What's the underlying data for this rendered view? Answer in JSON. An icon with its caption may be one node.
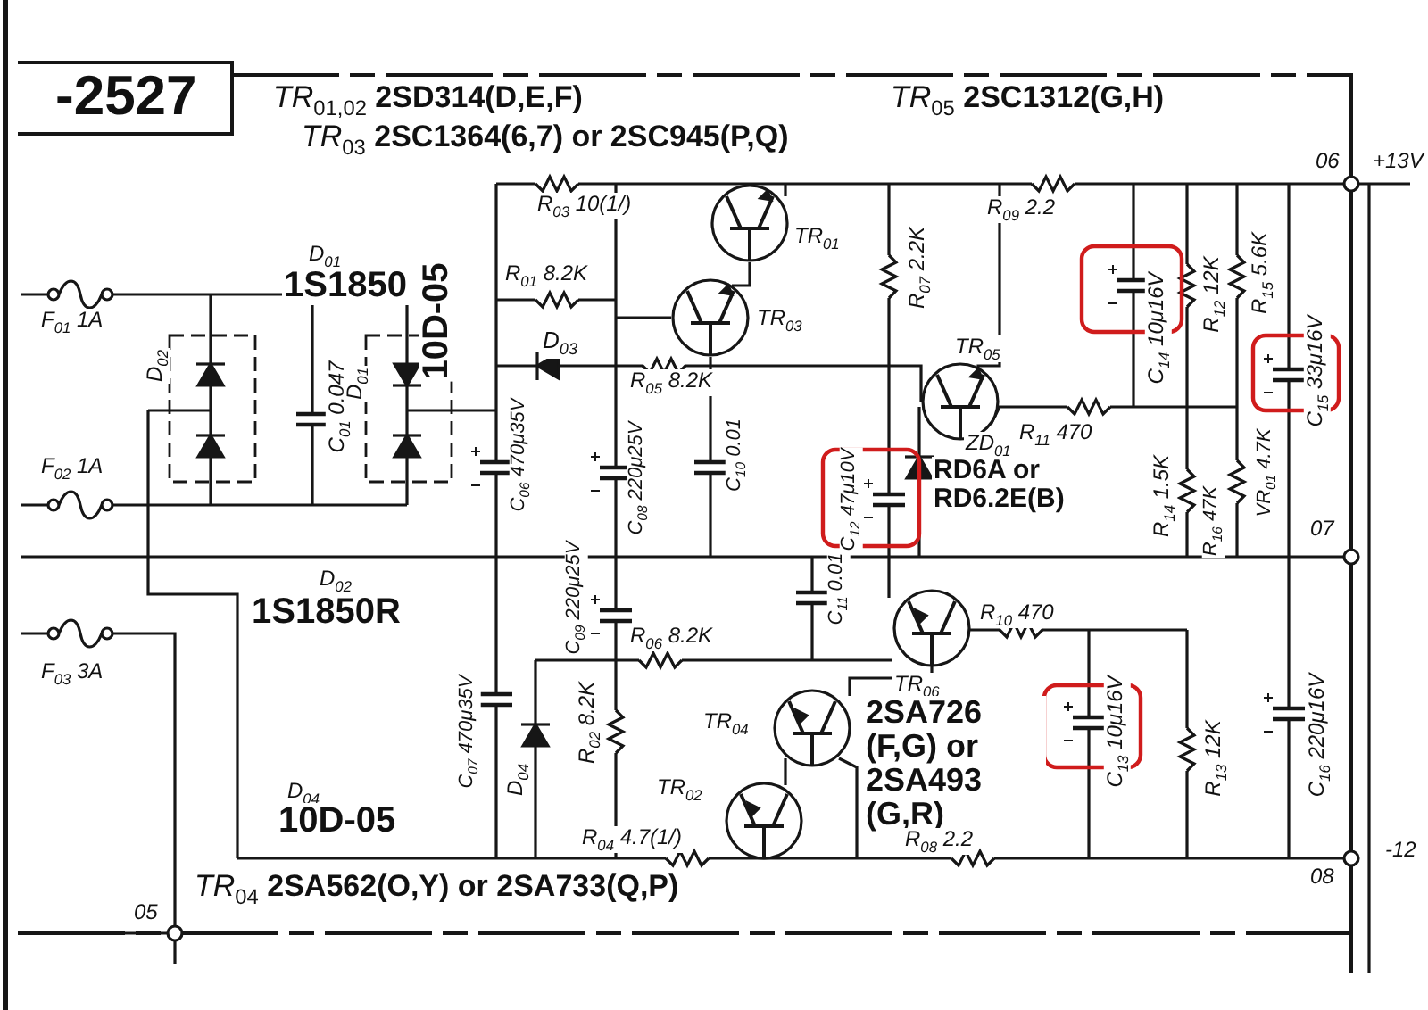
{
  "diagram": {
    "labels": [
      "-2527",
      "*TR*$_{01,02}$ **2SD314(D,E,F)**",
      "*TR*$_{03}$ **2SC1364(6,7) or 2SC945(P,Q)**",
      "*TR*$_{05}$ **2SC1312(G,H)**",
      "06",
      "+13V",
      "R$_{03}$ 10(1/)",
      "TR$_{01}$",
      "TR$_{03}$",
      "R$_{01}$ 8.2K",
      "D$_{03}$",
      "R$_{05}$ 8.2K",
      "R$_{07}$ 2.2K",
      "R$_{09}$ 2.2",
      "C$_{14}$ 10μ16V",
      "R$_{12}$ 12K",
      "R$_{15}$ 5.6K",
      "C$_{15}$ 33μ16V",
      "D$_{01}$",
      "1S1850",
      "10D-05",
      "F$_{01}$ 1A",
      "D$_{02}$",
      "C$_{01}$ 0.047",
      "D$_{01}$",
      "F$_{02}$ 1A",
      "C$_{06}$ 470μ35V",
      "C$_{08}$ 220μ25V",
      "C$_{10}$ 0.01",
      "TR$_{05}$",
      "R$_{11}$ 470",
      "ZD$_{01}$",
      "RD6A or RD6.2E(B)",
      "C$_{12}$ 47μ10V",
      "R$_{14}$ 1.5K",
      "R$_{16}$ 47K",
      "VR$_{01}$ 4.7K",
      "07",
      "D$_{02}$",
      "1S1850R",
      "F$_{03}$ 3A",
      "C$_{09}$ 220μ25V",
      "C$_{11}$ 0.01",
      "R$_{06}$ 8.2K",
      "R$_{10}$ 470",
      "TR$_{06}$",
      "C$_{07}$ 470μ35V",
      "R$_{02}$ 8.2K",
      "D$_{04}$",
      "TR$_{04}$",
      "2SA726 (F,G) or 2SA493 (G,R)",
      "C$_{13}$ 10μ16V",
      "R$_{13}$ 12K",
      "C$_{16}$ 220μ16V",
      "D$_{04}$",
      "10D-05",
      "TR$_{02}$",
      "R$_{04}$ 4.7(1/)",
      "R$_{08}$ 2.2",
      "08",
      "-12",
      "*TR*$_{04}$ **2SA562(O,Y) or 2SA733(Q,P)**",
      "05"
    ]
  }
}
